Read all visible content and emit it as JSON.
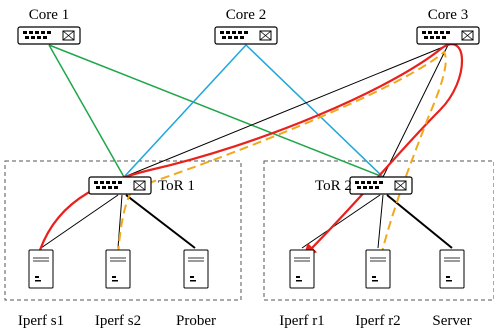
{
  "diagram": {
    "cores": [
      {
        "label": "Core 1"
      },
      {
        "label": "Core 2"
      },
      {
        "label": "Core 3"
      }
    ],
    "tors": [
      {
        "label": "ToR 1"
      },
      {
        "label": "ToR 2"
      }
    ],
    "hosts": [
      {
        "label": "Iperf s1"
      },
      {
        "label": "Iperf s2"
      },
      {
        "label": "Prober"
      },
      {
        "label": "Iperf r1"
      },
      {
        "label": "Iperf r2"
      },
      {
        "label": "Server"
      }
    ],
    "colors": {
      "core1_links": "#1fa64a",
      "core2_links": "#1ea6dc",
      "core3_links": "#000000",
      "red_flow": "#e8211d",
      "orange_flow": "#f2a81d",
      "host_links": "#000000",
      "pod_border": "#555555"
    },
    "icons": {
      "switch": "network-switch-icon",
      "host": "server-tower-icon"
    }
  }
}
